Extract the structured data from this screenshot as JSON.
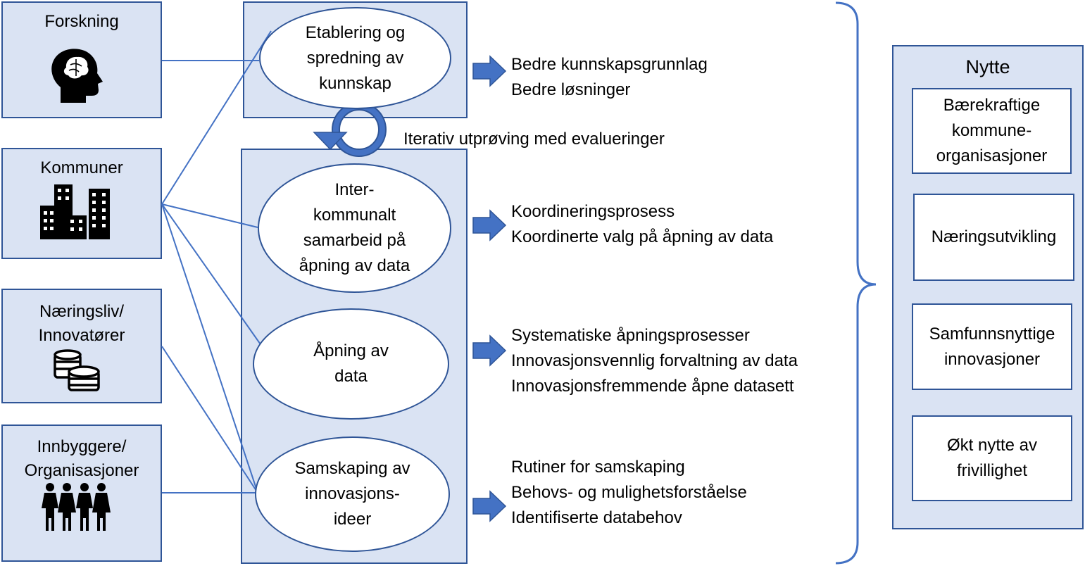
{
  "stakeholders": [
    {
      "label": "Forskning",
      "icon": "head-brain-icon"
    },
    {
      "label": "Kommuner",
      "icon": "buildings-icon"
    },
    {
      "label": "Næringsliv/\nInnovatører",
      "icon": "coins-icon"
    },
    {
      "label": "Innbyggere/\nOrganisasjoner",
      "icon": "people-icon"
    }
  ],
  "processes": [
    {
      "label": "Etablering og\nspredning av\nkunnskap"
    },
    {
      "label": "Inter-\nkommunalt\nsamarbeid på\nåpning av data"
    },
    {
      "label": "Åpning av\ndata"
    },
    {
      "label": "Samskaping av\ninnovasjons-\nideer"
    }
  ],
  "cycle_label": "Iterativ utprøving med evalueringer",
  "outcomes": [
    [
      "Bedre kunnskapsgrunnlag",
      "Bedre løsninger"
    ],
    [
      "Koordineringsprosess",
      "Koordinerte valg på åpning av data"
    ],
    [
      "Systematiske åpningsprosesser",
      "Innovasjonsvennlig forvaltning av data",
      "Innovasjonsfremmende åpne datasett"
    ],
    [
      "Rutiner for samskaping",
      "Behovs- og mulighetsforståelse",
      "Identifiserte databehov"
    ]
  ],
  "benefits": {
    "title": "Nytte",
    "items": [
      "Bærekraftige\nkommune-\norganisasjoner",
      "Næringsutvikling",
      "Samfunnsnyttige\ninnovasjoner",
      "Økt nytte av\nfrivillighet"
    ]
  },
  "colors": {
    "fill": "#dae3f3",
    "stroke": "#2f5597",
    "arrow": "#4472c4"
  }
}
